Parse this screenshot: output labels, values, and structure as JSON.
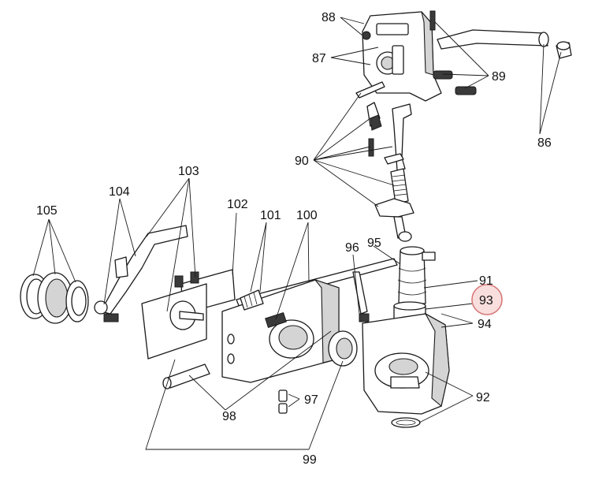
{
  "diagram": {
    "callouts": [
      {
        "id": "88",
        "text": "88"
      },
      {
        "id": "87",
        "text": "87"
      },
      {
        "id": "89",
        "text": "89"
      },
      {
        "id": "86",
        "text": "86"
      },
      {
        "id": "90",
        "text": "90"
      },
      {
        "id": "103",
        "text": "103"
      },
      {
        "id": "104",
        "text": "104"
      },
      {
        "id": "105",
        "text": "105"
      },
      {
        "id": "102",
        "text": "102"
      },
      {
        "id": "101",
        "text": "101"
      },
      {
        "id": "100",
        "text": "100"
      },
      {
        "id": "96",
        "text": "96"
      },
      {
        "id": "95",
        "text": "95"
      },
      {
        "id": "91",
        "text": "91"
      },
      {
        "id": "93",
        "text": "93",
        "highlighted": true
      },
      {
        "id": "94",
        "text": "94"
      },
      {
        "id": "92",
        "text": "92"
      },
      {
        "id": "97",
        "text": "97"
      },
      {
        "id": "98",
        "text": "98"
      },
      {
        "id": "99",
        "text": "99"
      }
    ],
    "highlight_color": "#d87a7a"
  }
}
